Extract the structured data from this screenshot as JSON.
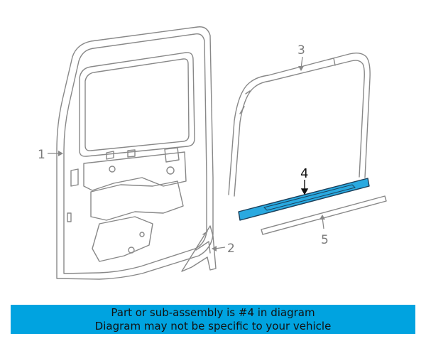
{
  "callouts": {
    "door_shell": "1",
    "corner_trim": "2",
    "run_channel": "3",
    "belt_weatherstrip": "4",
    "inner_belt_strip": "5"
  },
  "highlight_color": "#29a9e0",
  "banner": {
    "line1": "Part or sub-assembly is #4 in diagram",
    "line2": "Diagram may not be specific to your vehicle",
    "background": "#00a3e0"
  }
}
